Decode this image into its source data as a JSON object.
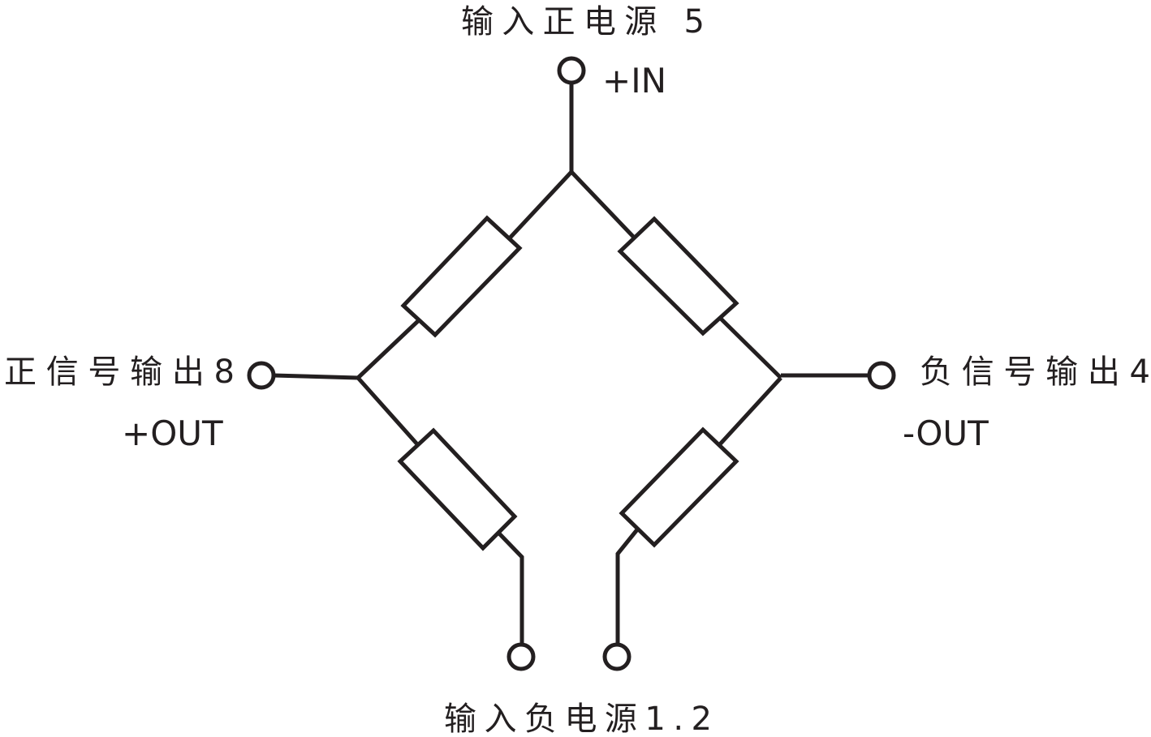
{
  "labels": {
    "top_power": "输入正电源 5",
    "top_pin": "+IN",
    "left_signal": "正信号输出8",
    "left_pin": "+OUT",
    "right_signal": "负信号输出4",
    "right_pin": "-OUT",
    "bottom_power": "输入负电源1.2"
  },
  "colors": {
    "line": "#231f20",
    "background": "#ffffff"
  }
}
